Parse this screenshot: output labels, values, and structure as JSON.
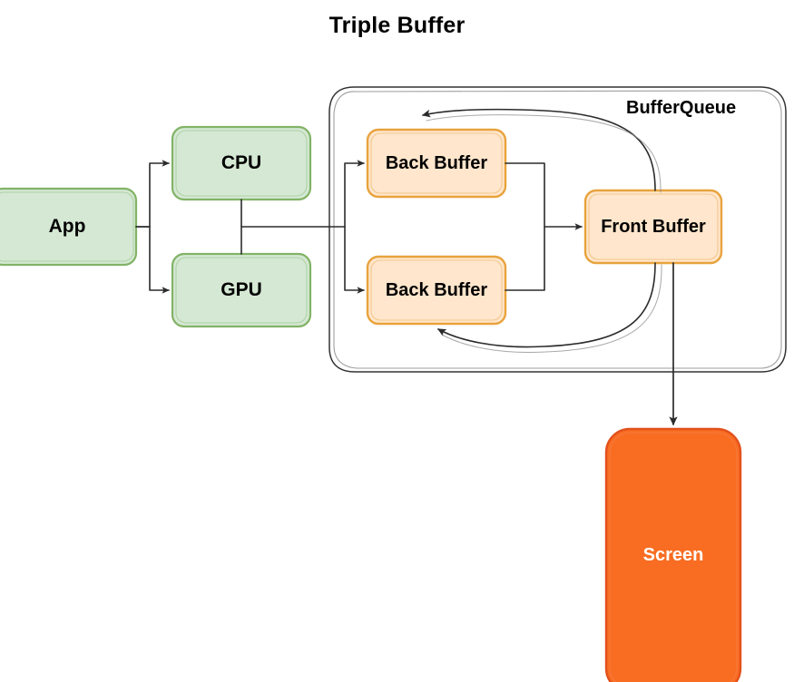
{
  "title": "Triple Buffer",
  "container": {
    "label": "BufferQueue",
    "name": "buffer-queue-container"
  },
  "nodes": [
    {
      "id": "app",
      "label": "App",
      "group": "source",
      "fill": "#d5e8d4",
      "stroke": "#82b366",
      "text": "#000000"
    },
    {
      "id": "cpu",
      "label": "CPU",
      "group": "source",
      "fill": "#d5e8d4",
      "stroke": "#82b366",
      "text": "#000000"
    },
    {
      "id": "gpu",
      "label": "GPU",
      "group": "source",
      "fill": "#d5e8d4",
      "stroke": "#82b366",
      "text": "#000000"
    },
    {
      "id": "back-buffer-1",
      "label": "Back Buffer",
      "group": "buffer",
      "fill": "#ffe6cc",
      "stroke": "#e8a33d",
      "text": "#000000"
    },
    {
      "id": "back-buffer-2",
      "label": "Back Buffer",
      "group": "buffer",
      "fill": "#ffe6cc",
      "stroke": "#e8a33d",
      "text": "#000000"
    },
    {
      "id": "front-buffer",
      "label": "Front Buffer",
      "group": "buffer",
      "fill": "#ffe6cc",
      "stroke": "#e8a33d",
      "text": "#000000"
    },
    {
      "id": "screen",
      "label": "Screen",
      "group": "output",
      "fill": "#f96d22",
      "stroke": "#e2511c",
      "text": "#ffffff"
    }
  ],
  "edges": [
    {
      "id": "app-to-cpu",
      "from": "app",
      "to": "cpu",
      "style": "orthogonal"
    },
    {
      "id": "app-to-gpu",
      "from": "app",
      "to": "gpu",
      "style": "orthogonal"
    },
    {
      "id": "cpu-gpu-to-queue",
      "from": "cpu-gpu",
      "to": "buffer-queue",
      "style": "orthogonal"
    },
    {
      "id": "queue-to-back-buffer-1",
      "from": "buffer-queue",
      "to": "back-buffer-1",
      "style": "orthogonal"
    },
    {
      "id": "queue-to-back-buffer-2",
      "from": "buffer-queue",
      "to": "back-buffer-2",
      "style": "orthogonal"
    },
    {
      "id": "back-buffers-to-front",
      "from": "back-buffers",
      "to": "front-buffer",
      "style": "orthogonal"
    },
    {
      "id": "front-to-back-buffer-1",
      "from": "front-buffer",
      "to": "back-buffer-1",
      "style": "curved"
    },
    {
      "id": "front-to-back-buffer-2",
      "from": "front-buffer",
      "to": "back-buffer-2",
      "style": "curved"
    },
    {
      "id": "front-to-screen",
      "from": "front-buffer",
      "to": "screen",
      "style": "straight"
    }
  ],
  "colors": {
    "background": "#ffffff",
    "edge": "#2b2b2b",
    "green_fill": "#d5e8d4",
    "green_stroke": "#82b366",
    "orange_fill": "#ffe6cc",
    "orange_stroke": "#e8a33d",
    "screen_fill": "#f96d22",
    "screen_stroke": "#e2511c",
    "title_text": "#000000"
  }
}
